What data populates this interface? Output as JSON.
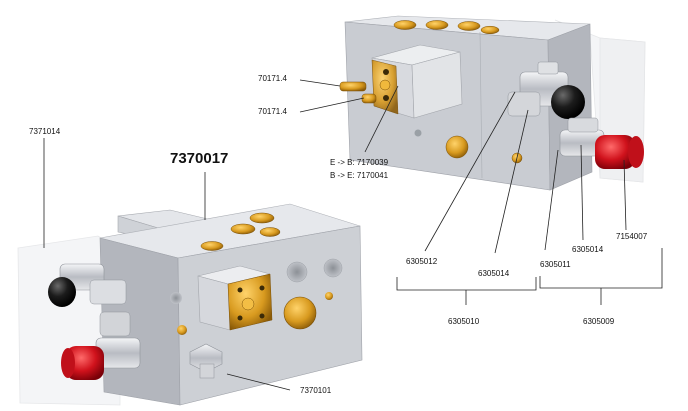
{
  "main_part_number": "7370017",
  "callouts": {
    "p70171_4_a": "70171.4",
    "p70171_4_b": "70171.4",
    "p7371014": "7371014",
    "e_to_b": "E -> B: 7170039",
    "b_to_e": "B -> E: 7170041",
    "p6305012": "6305012",
    "p6305014_a": "6305014",
    "p6305011": "6305011",
    "p6305014_b": "6305014",
    "p7154007": "7154007",
    "p6305010": "6305010",
    "p6305009": "6305009",
    "p7370101": "7370101"
  },
  "colors": {
    "block_top": "#e7e9ed",
    "block_front": "#c9ccd2",
    "block_side": "#b4b7be",
    "brass": "#d89a1f",
    "red_cap": "#d0121c",
    "black_knob": "#151515",
    "leader": "#222222"
  }
}
